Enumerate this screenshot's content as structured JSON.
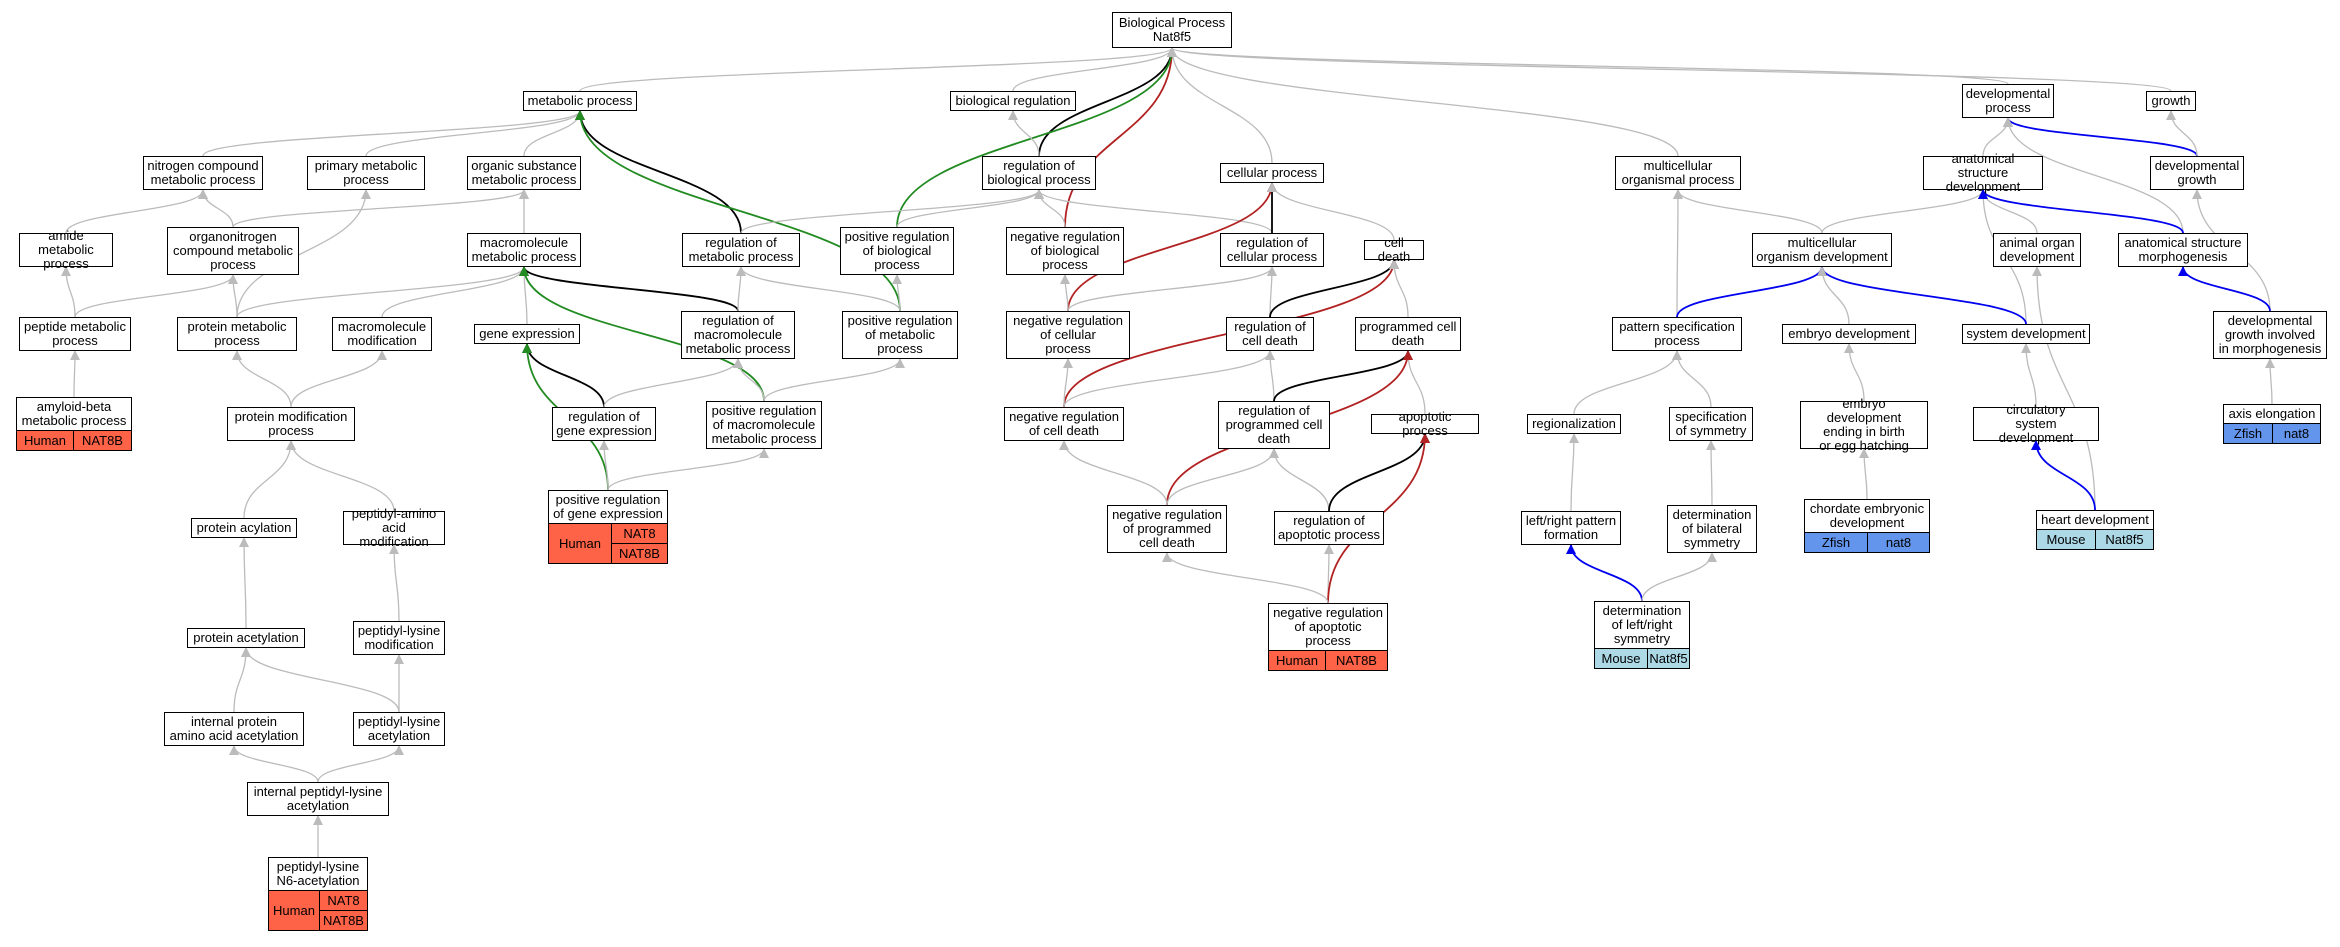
{
  "colors": {
    "human": "#ff6347",
    "zfish": "#6495ed",
    "mouse": "#add8e6",
    "edge_default": "#bbbbbb",
    "edge_black": "#000000",
    "edge_green": "#228b22",
    "edge_red": "#b22222",
    "edge_blue": "#0000ee"
  },
  "nodes": {
    "bp": "Biological Process\nNat8f5",
    "metabolic": "metabolic process",
    "bioreg": "biological regulation",
    "devproc": "developmental\nprocess",
    "growth": "growth",
    "nitrogen": "nitrogen compound\nmetabolic process",
    "primary": "primary metabolic\nprocess",
    "organic": "organic substance\nmetabolic process",
    "regbio": "regulation of\nbiological process",
    "cellproc": "cellular process",
    "multiorg": "multicellular\norganismal process",
    "anatdev": "anatomical structure\ndevelopment",
    "devgrowth": "developmental\ngrowth",
    "amide": "amide metabolic\nprocess",
    "organonitrogen": "organonitrogen\ncompound metabolic\nprocess",
    "macro": "macromolecule\nmetabolic process",
    "regmetab": "regulation of\nmetabolic process",
    "posregbio": "positive regulation\nof biological\nprocess",
    "negregbio": "negative regulation\nof biological\nprocess",
    "regcell": "regulation of\ncellular process",
    "celldeath": "cell death",
    "multidev": "multicellular\norganism development",
    "animalorgan": "animal organ\ndevelopment",
    "anatmorph": "anatomical structure\nmorphogenesis",
    "peptide": "peptide metabolic\nprocess",
    "protein": "protein metabolic\nprocess",
    "macromod": "macromolecule\nmodification",
    "geneexpr": "gene expression",
    "regmacro": "regulation of\nmacromolecule\nmetabolic process",
    "posregmetab": "positive regulation\nof metabolic\nprocess",
    "negregcell": "negative regulation\nof cellular\nprocess",
    "regcelldeath": "regulation of\ncell death",
    "progdeath": "programmed cell\ndeath",
    "patternspec": "pattern specification\nprocess",
    "embryodev": "embryo development",
    "sysdev": "system development",
    "devgrowthmorph": "developmental\ngrowth involved\nin morphogenesis",
    "amyloid": "amyloid-beta\nmetabolic process",
    "protmod": "protein modification\nprocess",
    "reggeneexpr": "regulation of\ngene expression",
    "posregmacro": "positive regulation\nof macromolecule\nmetabolic process",
    "negregcelldeath": "negative regulation\nof cell death",
    "regprogdeath": "regulation of\nprogrammed cell\ndeath",
    "apoptotic": "apoptotic process",
    "regionalization": "regionalization",
    "specsym": "specification\nof symmetry",
    "embryobirth": "embryo development\nending in birth\nor egg hatching",
    "circulatory": "circulatory\nsystem development",
    "axis": "axis elongation",
    "posreggene": "positive regulation\nof gene expression",
    "protacyl": "protein acylation",
    "peptidylamino": "peptidyl-amino\nacid modification",
    "leftright": "left/right pattern\nformation",
    "detbilat": "determination\nof bilateral\nsymmetry",
    "negregprog": "negative regulation\nof programmed\ncell death",
    "regapop": "regulation of\napoptotic process",
    "chordate": "chordate embryonic\ndevelopment",
    "heartdev": "heart development",
    "protacet": "protein acetylation",
    "peptidyllys": "peptidyl-lysine\nmodification",
    "negregapop": "negative regulation\nof apoptotic\nprocess",
    "detleftright": "determination\nof left/right\nsymmetry",
    "intprot": "internal protein\namino acid acetylation",
    "peptidyllysacet": "peptidyl-lysine\nacetylation",
    "intpeplys": "internal peptidyl-lysine\nacetylation",
    "n6acet": "peptidyl-lysine\nN6-acetylation"
  },
  "annotations": {
    "amyloid": {
      "species": "Human",
      "genes": [
        "NAT8B"
      ],
      "color": "#ff6347"
    },
    "posreggene": {
      "species": "Human",
      "genes": [
        "NAT8",
        "NAT8B"
      ],
      "color": "#ff6347"
    },
    "negregapop": {
      "species": "Human",
      "genes": [
        "NAT8B"
      ],
      "color": "#ff6347"
    },
    "n6acet": {
      "species": "Human",
      "genes": [
        "NAT8",
        "NAT8B"
      ],
      "color": "#ff6347"
    },
    "chordate": {
      "species": "Zfish",
      "genes": [
        "nat8"
      ],
      "color": "#6495ed"
    },
    "axis": {
      "species": "Zfish",
      "genes": [
        "nat8"
      ],
      "color": "#6495ed"
    },
    "heartdev": {
      "species": "Mouse",
      "genes": [
        "Nat8f5"
      ],
      "color": "#add8e6"
    },
    "detleftright": {
      "species": "Mouse",
      "genes": [
        "Nat8f5"
      ],
      "color": "#add8e6"
    }
  }
}
